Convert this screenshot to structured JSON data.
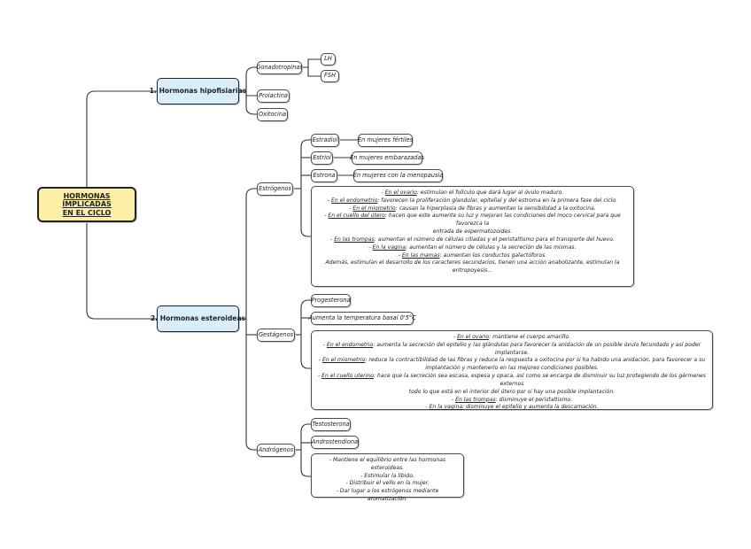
{
  "root": {
    "line1": "HORMONAS IMPLICADAS",
    "line2": "EN EL CICLO"
  },
  "branches": {
    "hipofisiarias": {
      "label": "1. Hormonas hipofisiarias",
      "gonadotropinas": {
        "label": "Gonadotropinas",
        "lh": "LH",
        "fsh": "FSH"
      },
      "prolactina": "Prolactina",
      "oxitocina": "Oxitocina"
    },
    "esteroideas": {
      "label": "2. Hormonas esteroideas",
      "estrogenos": {
        "label": "Estrógenos",
        "estradiol": {
          "label": "Estradiol",
          "note": "En mujeres fértiles"
        },
        "estriol": {
          "label": "Estriol",
          "note": "En mujeres embarazadas"
        },
        "estrona": {
          "label": "Estrona",
          "note": "En mujeres con la menopausia"
        },
        "effects": [
          {
            "pre": "- ",
            "u": "En el ovario",
            "post": ": estimulan el folículo que dará lugar al óvulo maduro."
          },
          {
            "pre": "- ",
            "u": "En el endometrio",
            "post": ": favorecen la proliferación glandular, epitelial y del estroma en la primera fase del ciclo."
          },
          {
            "pre": "- ",
            "u": "En el miometrio",
            "post": ": causan la hiperplasia de fibras y aumentan la sensibilidad a la oxitocina."
          },
          {
            "pre": "- ",
            "u": "En el cuello del útero",
            "post": ": hacen que este aumente su luz y mejoran las condiciones del moco cervical para que favorezca la"
          },
          {
            "pre": "",
            "u": "",
            "post": "entrada de espermatozoides."
          },
          {
            "pre": "- ",
            "u": "En las trompas",
            "post": ": aumentan el número de células ciliadas y el peristaltismo para el transporte del huevo."
          },
          {
            "pre": "- ",
            "u": "En la vagina",
            "post": ": aumentan el número de células y la secreción de las mismas."
          },
          {
            "pre": "- ",
            "u": "En las mamas",
            "post": ": aumentan los conductos galactóforos."
          },
          {
            "pre": "",
            "u": "",
            "post": "Además, estimulan el desarrollo de los caracteres secundarios, tienen una acción anabolizante, estimulan la"
          },
          {
            "pre": "",
            "u": "",
            "post": "eritropoyesis..."
          }
        ]
      },
      "gestagenos": {
        "label": "Gestágenos",
        "progesterona": "Progesterona",
        "temperatura": "Aumenta la temperatura basal 0'5°C",
        "effects": [
          {
            "pre": "- ",
            "u": "En el ovario",
            "post": ": mantiene el cuerpo amarillo."
          },
          {
            "pre": "- ",
            "u": "En el endometrio",
            "post": ": aumenta la secreción del epitelio y las glándulas para favorecer la anidación de un posible óvulo fecundado y así poder implantarse."
          },
          {
            "pre": "- ",
            "u": "En el miometrio",
            "post": ": reduce la contractibilidad de las fibras y reduce la respuesta a oxitocina por si ha habido una anidación, para favorecer a su"
          },
          {
            "pre": "",
            "u": "",
            "post": "implantación y mantenerlo en las mejores condiciones posibles."
          },
          {
            "pre": "- ",
            "u": "En el cuello uterino",
            "post": ": hace que la secreción sea escasa, espesa y opaca, así como se encarga de disminuir su luz protegiendo de los gérmenes externos"
          },
          {
            "pre": "",
            "u": "",
            "post": "todo lo que está en el interior del útero por si hay una posible implantación."
          },
          {
            "pre": "- ",
            "u": "En las trompas",
            "post": ": disminuye el peristaltismo."
          },
          {
            "pre": "- ",
            "u": "En la vagina",
            "post": ": disminuye el epitelio y aumenta la descamación."
          }
        ]
      },
      "androgenos": {
        "label": "Andrógenos",
        "testosterona": "Testosterona",
        "androstendiona": "Androstendiona",
        "effects": [
          {
            "pre": "",
            "u": "",
            "post": "- Mantiene el equilibrio entre las hormonas esteroideas."
          },
          {
            "pre": "",
            "u": "",
            "post": "- Estimular la libido."
          },
          {
            "pre": "",
            "u": "",
            "post": "- Distribuir el vello en la mujer."
          },
          {
            "pre": "",
            "u": "",
            "post": "- Dar lugar a los estrógenos mediante aromatización."
          }
        ]
      }
    }
  }
}
